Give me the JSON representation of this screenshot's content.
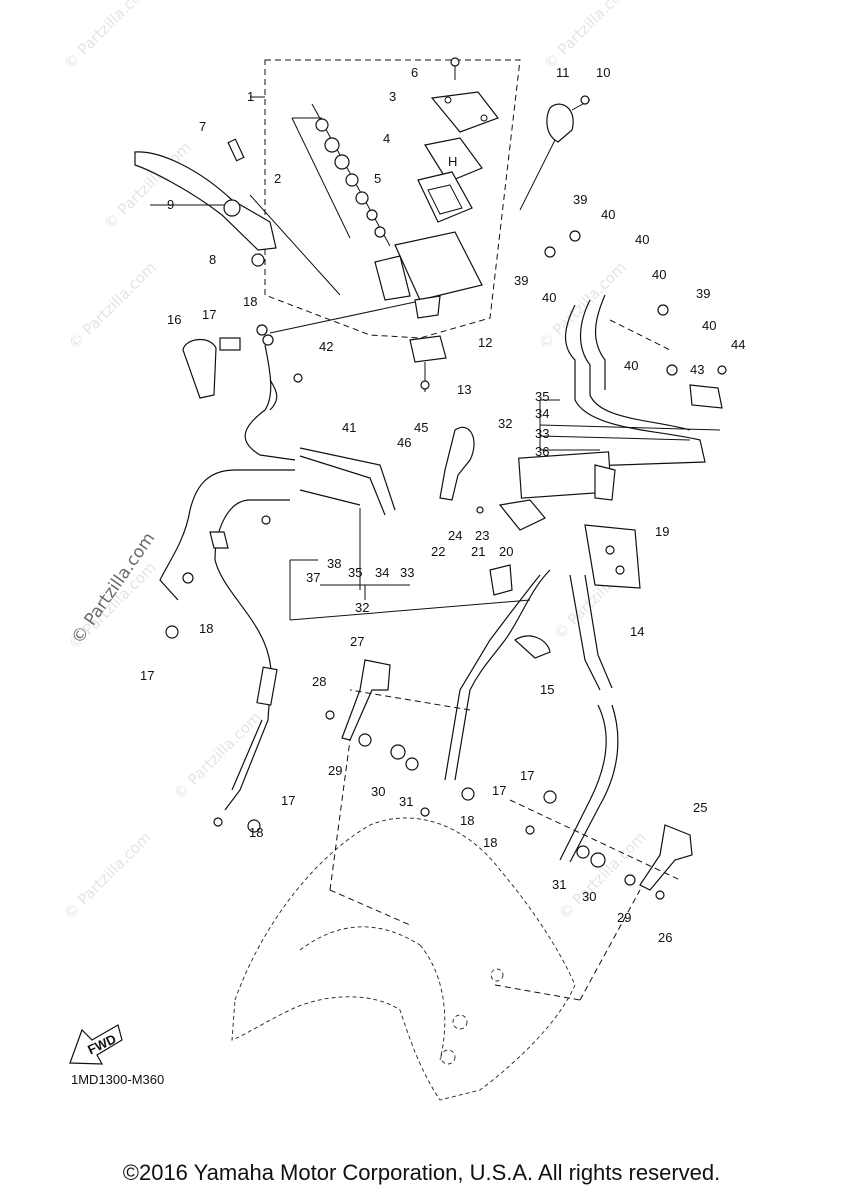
{
  "watermark": {
    "text": "© Partzilla.com",
    "large_text": "© Partzilla.com"
  },
  "callouts": {
    "c1": "1",
    "c2": "2",
    "c3": "3",
    "c4": "4",
    "c5": "5",
    "c6": "6",
    "c7": "7",
    "c8": "8",
    "c9": "9",
    "c10": "10",
    "c11": "11",
    "c12": "12",
    "c13": "13",
    "c14": "14",
    "c15": "15",
    "c16": "16",
    "c17": "17",
    "c18": "18",
    "c19": "19",
    "c20": "20",
    "c21": "21",
    "c22": "22",
    "c23": "23",
    "c24": "24",
    "c25": "25",
    "c26": "26",
    "c27": "27",
    "c28": "28",
    "c29": "29",
    "c30": "30",
    "c31": "31",
    "c32": "32",
    "c33": "33",
    "c34": "34",
    "c35": "35",
    "c36": "36",
    "c37": "37",
    "c38": "38",
    "c39": "39",
    "c40": "40",
    "c41": "41",
    "c42": "42",
    "c43": "43",
    "c44": "44",
    "c45": "45",
    "c46": "46"
  },
  "reservoir_mark": "H",
  "fwd_label": "FWD",
  "diagram_code": "1MD1300-M360",
  "copyright": "©2016 Yamaha Motor Corporation, U.S.A. All rights reserved."
}
